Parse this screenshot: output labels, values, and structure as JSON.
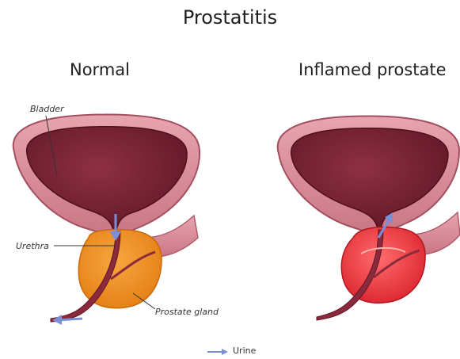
{
  "title": "Prostatitis",
  "panels": {
    "normal_label": "Normal",
    "inflamed_label": "Inflamed prostate"
  },
  "callouts": {
    "bladder": "Bladder",
    "urethra": "Urethra",
    "prostate": "Prostate gland"
  },
  "legend": {
    "urine": "Urine"
  },
  "colors": {
    "bladder_outer": "#d98f9b",
    "bladder_inner": "#7a2235",
    "prostate_normal": "#f39020",
    "prostate_inflamed": "#ee3a3e",
    "urine_arrow": "#7b8fd6",
    "urethra": "#8a2a3c"
  }
}
